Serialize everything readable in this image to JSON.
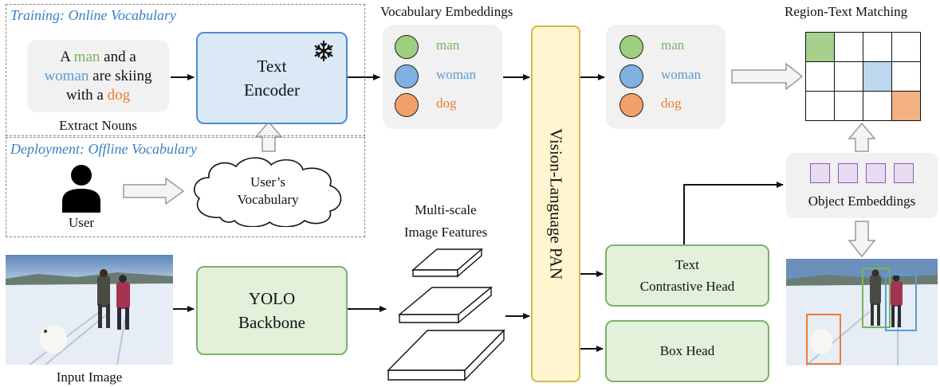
{
  "colors": {
    "green": "#7cb15d",
    "blue": "#5b9bd5",
    "orange": "#ed7d31",
    "accent_text_blue": "#3b7fc4"
  },
  "training": {
    "title": "Training: Online Vocabulary",
    "caption_parts": [
      {
        "text": "A ",
        "color": ""
      },
      {
        "text": "man",
        "color": "green"
      },
      {
        "text": " and a",
        "color": ""
      },
      {
        "text": "woman",
        "color": "blue"
      },
      {
        "text": " are skiing",
        "color": ""
      },
      {
        "text": "with a ",
        "color": ""
      },
      {
        "text": "dog",
        "color": "orange"
      }
    ],
    "extract_nouns": "Extract Nouns"
  },
  "text_encoder": {
    "line1": "Text",
    "line2": "Encoder",
    "icon": "snowflake-icon"
  },
  "deployment": {
    "title": "Deployment: Offline Vocabulary",
    "user_label": "User",
    "user_icon": "person-icon",
    "cloud_line1": "User’s",
    "cloud_line2": "Vocabulary"
  },
  "vocab_embeddings": {
    "title": "Vocabulary Embeddings",
    "items": [
      {
        "word": "man",
        "color": "green"
      },
      {
        "word": "woman",
        "color": "blue"
      },
      {
        "word": "dog",
        "color": "orange"
      }
    ]
  },
  "pan": {
    "label": "Vision-Language PAN"
  },
  "region_text": {
    "title": "Region-Text Matching",
    "highlight": [
      {
        "row": 0,
        "col": 0,
        "color": "green"
      },
      {
        "row": 1,
        "col": 2,
        "color": "blue"
      },
      {
        "row": 2,
        "col": 3,
        "color": "orange"
      }
    ]
  },
  "object_embeddings": {
    "label": "Object Embeddings"
  },
  "multiscale": {
    "line1": "Multi-scale",
    "line2": "Image Features"
  },
  "yolo": {
    "line1": "YOLO",
    "line2": "Backbone"
  },
  "text_head": {
    "line1": "Text",
    "line2": "Contrastive Head"
  },
  "box_head": {
    "label": "Box Head"
  },
  "input_image": {
    "label": "Input Image"
  }
}
